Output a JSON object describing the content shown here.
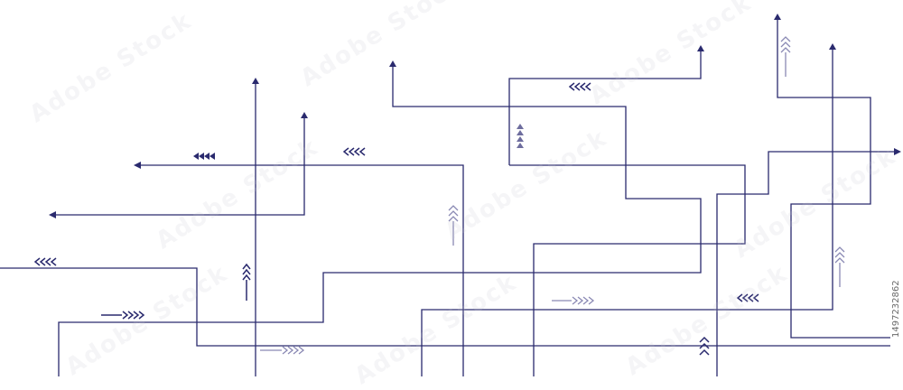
{
  "illustration": {
    "subject": "circuit-lines-with-arrows",
    "line_color": "#2a2a6e",
    "accent_color": "#5b5a8e",
    "background_color": "#ffffff"
  },
  "watermark": {
    "text": "Adobe Stock"
  },
  "stock_id": "1497232862"
}
